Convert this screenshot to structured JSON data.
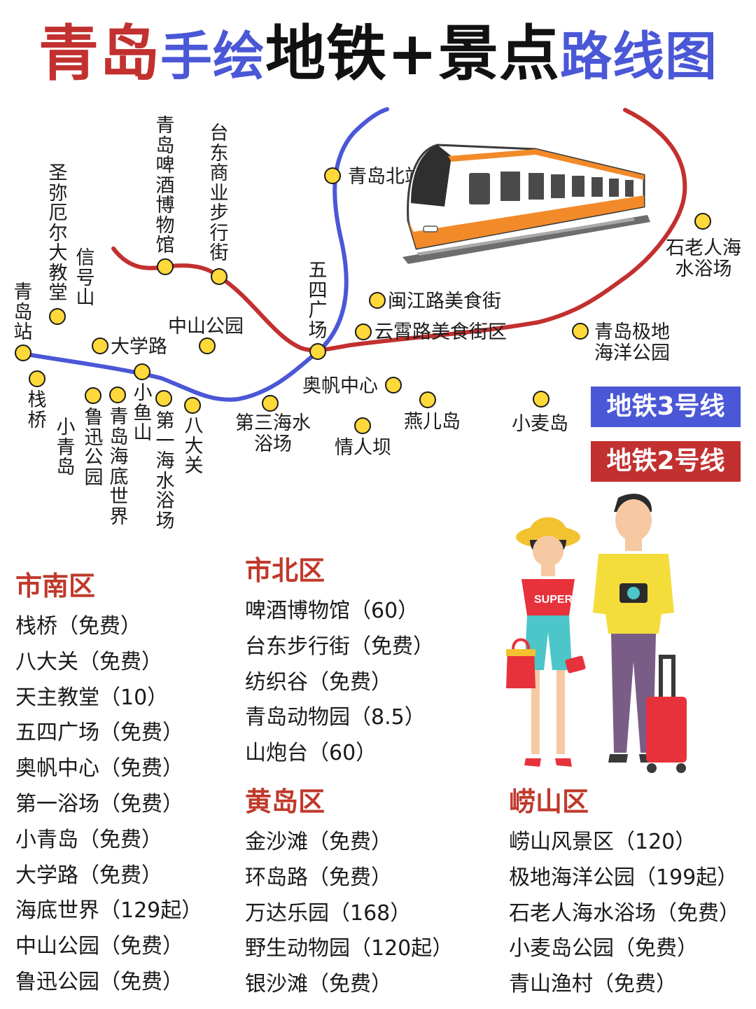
{
  "title": {
    "part1": "青岛",
    "part2": "手绘",
    "part3": "地铁+景点",
    "part4": "路线图"
  },
  "colors": {
    "line3": "#4a57d6",
    "line2": "#c2302f",
    "station_fill": "#ffd83a",
    "district_title": "#c0392b"
  },
  "legend": {
    "line3": "地铁3号线",
    "line2": "地铁2号线"
  },
  "stations": {
    "qingdao_zhan": "青岛站",
    "zhanqiao": "栈桥",
    "xiaoqingdao": "小青岛",
    "luxun_park": "鲁迅公园",
    "haidi_shijie": "青岛海底世界",
    "xiaoyushan": "小鱼山",
    "diyi_haishui": "第一海水浴场",
    "badaguan": "八大关",
    "daxuelu": "大学路",
    "zhongshan_park": "中山公园",
    "church": "圣弥厄尔大教堂",
    "xinhaoshan": "信号山",
    "beer_museum": "青岛啤酒博物馆",
    "taidong": "台东商业步行街",
    "wusi": "五四广场",
    "qingdao_north": "青岛北站",
    "minjiang": "闽江路美食街",
    "yunxiao": "云霄路美食街区",
    "aofan": "奥帆中心",
    "disan_haishui": "第三海水浴场",
    "qingrenba": "情人坝",
    "yanerdao": "燕儿岛",
    "xiaomaidao": "小麦岛",
    "polar_ocean": "青岛极地海洋公园",
    "shilaoren": "石老人海水浴场"
  },
  "districts": {
    "shinan": {
      "name": "市南区",
      "items": [
        "栈桥（免费）",
        "八大关（免费）",
        "天主教堂（10）",
        "五四广场（免费）",
        "奥帆中心（免费）",
        "第一浴场（免费）",
        "小青岛（免费）",
        "大学路（免费）",
        "海底世界（129起）",
        "中山公园（免费）",
        "鲁迅公园（免费）"
      ]
    },
    "shibei": {
      "name": "市北区",
      "items": [
        "啤酒博物馆（60）",
        "台东步行街（免费）",
        "纺织谷（免费）",
        "青岛动物园（8.5）",
        "山炮台（60）"
      ]
    },
    "huangdao": {
      "name": "黄岛区",
      "items": [
        "金沙滩（免费）",
        "环岛路（免费）",
        "万达乐园（168）",
        "野生动物园（120起）",
        "银沙滩（免费）"
      ]
    },
    "laoshan": {
      "name": "崂山区",
      "items": [
        "崂山风景区（120）",
        "极地海洋公园（199起）",
        "石老人海水浴场（免费）",
        "小麦岛公园（免费）",
        "青山渔村（免费）"
      ]
    }
  },
  "illustrations": {
    "train": "metro-train",
    "travelers": "tourist-couple",
    "shirt_text": "SUPER"
  }
}
